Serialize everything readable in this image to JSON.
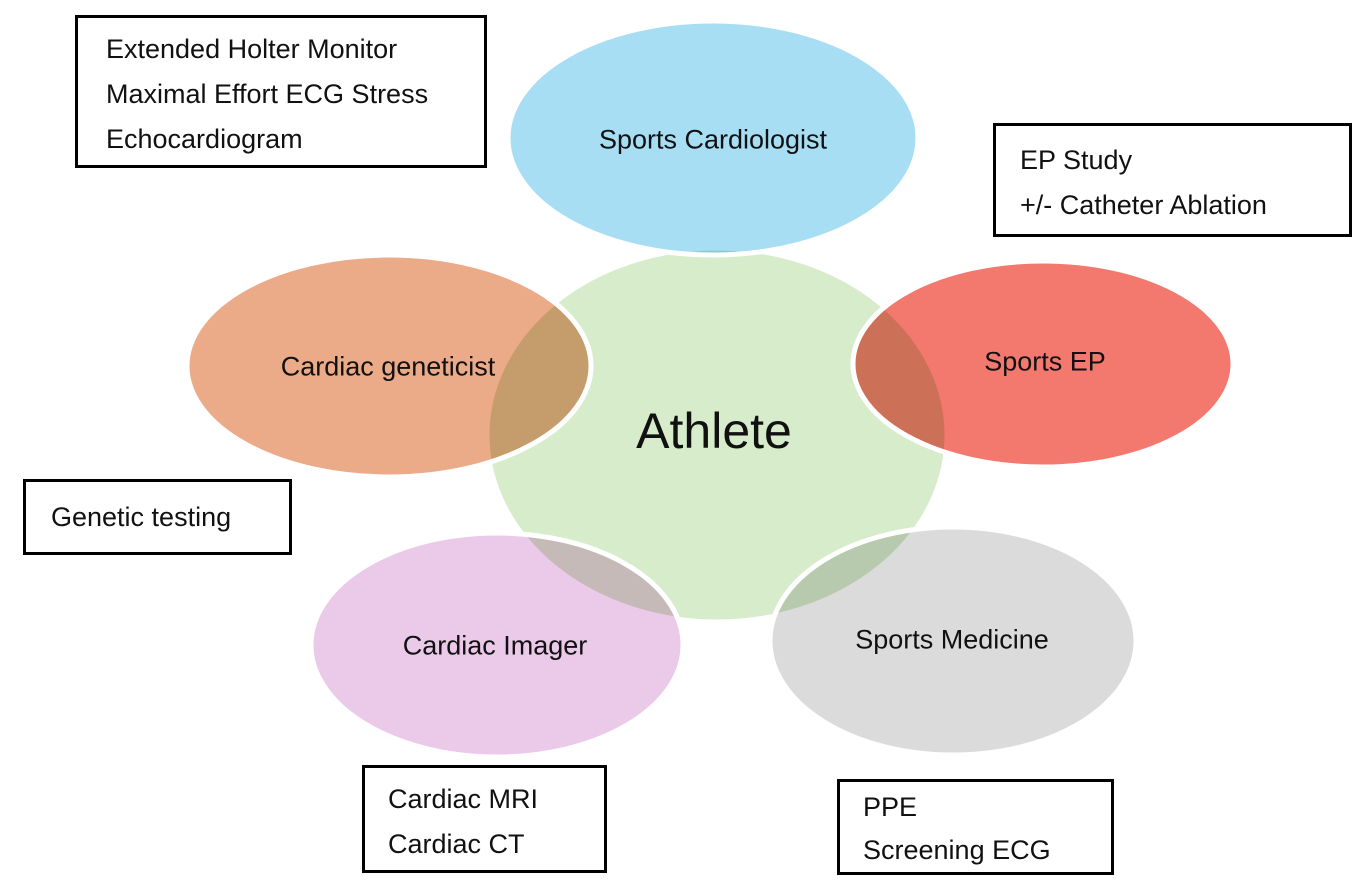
{
  "diagram": {
    "center": {
      "label": "Athlete",
      "color": "#D6ECCA"
    },
    "petals": [
      {
        "id": "sports-cardiologist",
        "label": "Sports Cardiologist",
        "color": "#A8DEF3"
      },
      {
        "id": "cardiac-geneticist",
        "label": "Cardiac geneticist",
        "color": "#EBAA88"
      },
      {
        "id": "sports-ep",
        "label": "Sports EP",
        "color": "#F3796F"
      },
      {
        "id": "cardiac-imager",
        "label": "Cardiac Imager",
        "color": "#EBC9E9"
      },
      {
        "id": "sports-medicine",
        "label": "Sports Medicine",
        "color": "#DBDBDB"
      }
    ],
    "callouts": [
      {
        "id": "sports-cardiologist-tests",
        "lines": [
          "Extended Holter Monitor",
          "Maximal Effort ECG Stress",
          "Echocardiogram"
        ]
      },
      {
        "id": "sports-ep-tests",
        "lines": [
          "EP Study",
          "+/- Catheter Ablation"
        ]
      },
      {
        "id": "cardiac-geneticist-tests",
        "lines": [
          "Genetic testing"
        ]
      },
      {
        "id": "cardiac-imager-tests",
        "lines": [
          "Cardiac MRI",
          "Cardiac CT"
        ]
      },
      {
        "id": "sports-medicine-tests",
        "lines": [
          "PPE",
          "Screening ECG"
        ]
      }
    ],
    "outline_color": "#ffffff",
    "box_border_color": "#000000",
    "text_color": "#111111"
  }
}
